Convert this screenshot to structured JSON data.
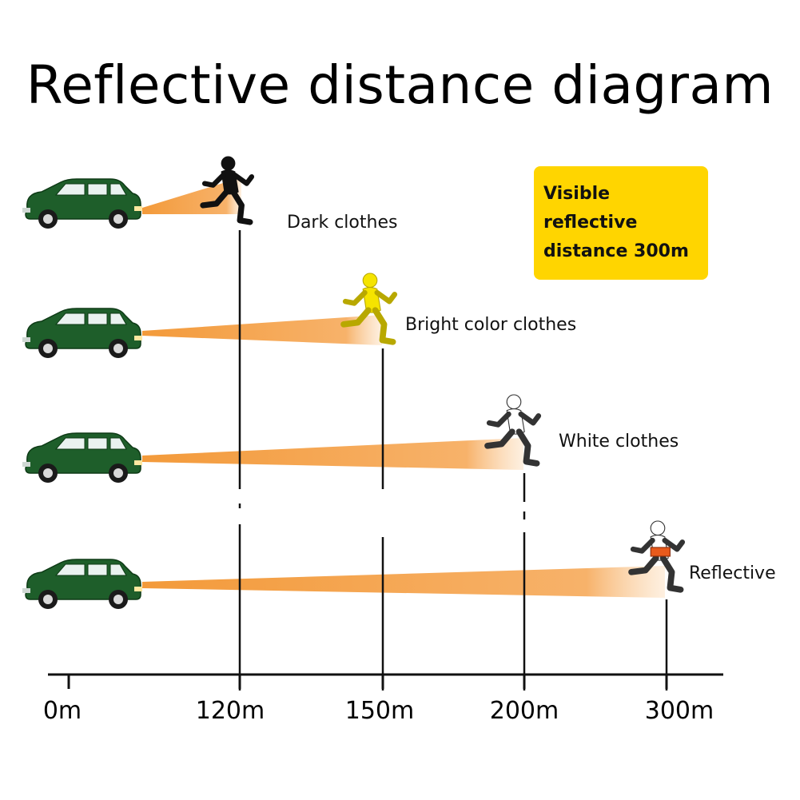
{
  "title": "Reflective distance diagram",
  "callout": {
    "line1": "Visible reflective",
    "line2": "distance 300m",
    "color": "#FFD500"
  },
  "rows": [
    {
      "label": "Dark clothes",
      "distance": "120m",
      "figure": "runner-dark"
    },
    {
      "label": "Bright color clothes",
      "distance": "150m",
      "figure": "runner-yellow"
    },
    {
      "label": "White clothes",
      "distance": "200m",
      "figure": "runner-white"
    },
    {
      "label": "Reflective",
      "distance": "300m",
      "figure": "runner-reflective"
    }
  ],
  "axis": {
    "ticks": [
      "0m",
      "120m",
      "150m",
      "200m",
      "300m"
    ]
  },
  "colors": {
    "car": "#1E5E2A",
    "beam": "#F6A24A",
    "runner_yellow": "#F5E400",
    "reflective_band": "#E85A1C"
  }
}
